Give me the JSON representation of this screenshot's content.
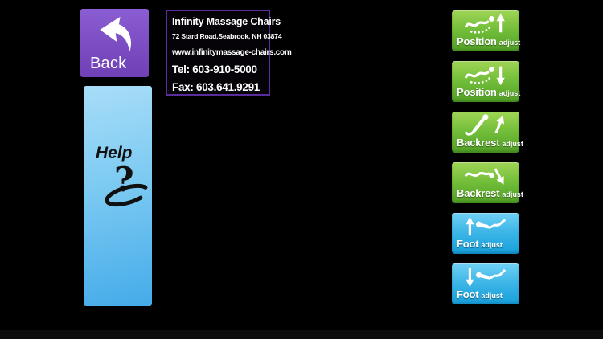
{
  "app": {
    "background": "#000000"
  },
  "back_button": {
    "label": "Back",
    "icon": "back-arrow-icon",
    "color": "#7b4cc2"
  },
  "help_panel": {
    "label": "Help",
    "icon": "question-mark-swoosh-icon",
    "top_color": "#a8ddf8",
    "bottom_color": "#45abe9"
  },
  "info_card": {
    "title": "Infinity Massage Chairs",
    "address": "72 Stard Road,Seabrook, NH 03874",
    "website": "www.infinitymassage-chairs.com",
    "phone": "Tel: 603-910-5000",
    "fax": "Fax: 603.641.9291",
    "border_color": "#5a2d9c"
  },
  "adjust_buttons": [
    {
      "label": "Position",
      "sub": "adjust",
      "icon": "recline-position-up-icon",
      "color": "green"
    },
    {
      "label": "Position",
      "sub": "adjust",
      "icon": "recline-position-down-icon",
      "color": "green"
    },
    {
      "label": "Backrest",
      "sub": "adjust",
      "icon": "backrest-up-icon",
      "color": "green"
    },
    {
      "label": "Backrest",
      "sub": "adjust",
      "icon": "backrest-down-icon",
      "color": "green"
    },
    {
      "label": "Foot",
      "sub": "adjust",
      "icon": "footrest-up-icon",
      "color": "blue"
    },
    {
      "label": "Foot",
      "sub": "adjust",
      "icon": "footrest-down-icon",
      "color": "blue"
    }
  ],
  "colors": {
    "green_top": "#a0d556",
    "green_bottom": "#519f27",
    "blue_top": "#6fd1f4",
    "blue_bottom": "#17a0da",
    "purple_button": "#7b4cc2",
    "card_border_purple": "#5a2d9c"
  }
}
